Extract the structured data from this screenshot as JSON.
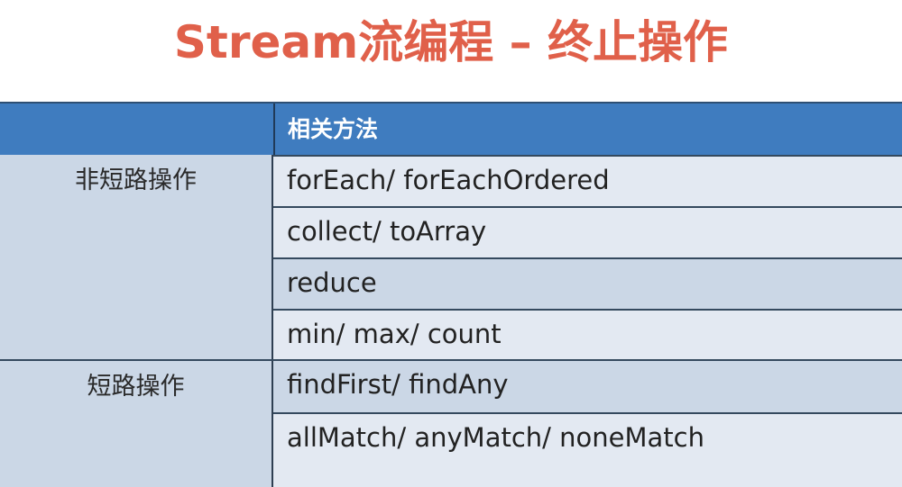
{
  "slide": {
    "title": "Stream流编程 – 终止操作",
    "colors": {
      "title": "#e0604a",
      "header_bg": "#3f7cbf",
      "row_dark": "#cbd7e6",
      "row_light": "#e3e9f2"
    }
  },
  "table": {
    "headers": [
      "",
      "相关方法"
    ],
    "groups": [
      {
        "label": "非短路操作",
        "methods": [
          "forEach/ forEachOrdered",
          "collect/ toArray",
          "reduce",
          "min/ max/ count"
        ]
      },
      {
        "label": "短路操作",
        "methods": [
          "findFirst/ findAny",
          "allMatch/ anyMatch/ noneMatch"
        ]
      }
    ]
  }
}
